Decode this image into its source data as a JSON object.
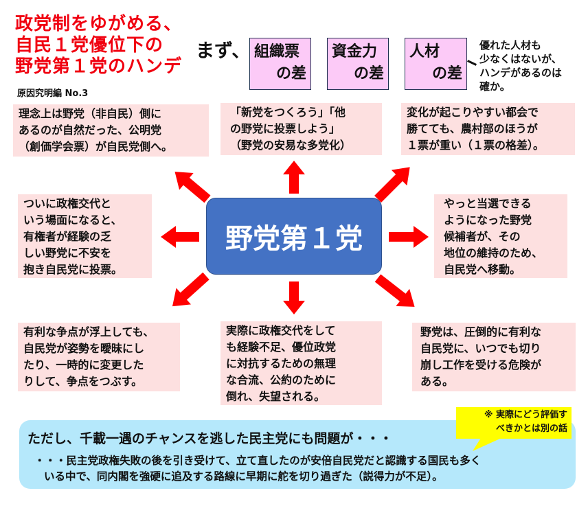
{
  "title": {
    "lines": [
      "政党制をゆがめる、",
      "自民１党優位下の",
      "野党第１党のハンデ"
    ],
    "subtitle": "原因究明編 No.3"
  },
  "intro": "まず、",
  "factors": [
    {
      "line1": "組織票",
      "line2": "の差"
    },
    {
      "line1": "資金力",
      "line2": "の差"
    },
    {
      "line1": "人材",
      "line2": "の差"
    }
  ],
  "factor_note": [
    "優れた人材も",
    "少なくはないが、",
    "ハンデがあるのは",
    "確か。"
  ],
  "center": "野党第１党",
  "reasons": {
    "top_left": [
      "理念上は野党（非自民）側に",
      "あるのが自然だった、公明党",
      "（創価学会票）が自民党側へ。"
    ],
    "top_mid": [
      "「新党をつくろう」「他",
      "の野党に投票しよう」",
      "（野党の安易な多党化）"
    ],
    "top_right": [
      "変化が起こりやすい都会で",
      "勝てても、農村部のほうが",
      "１票が重い（１票の格差）。"
    ],
    "mid_left": [
      "ついに政権交代と",
      "いう場面になると、",
      "有権者が経験の乏",
      "しい野党に不安を",
      "抱き自民党に投票。"
    ],
    "mid_right": [
      "やっと当選できる",
      "ようになった野党",
      "候補者が、その",
      "地位の維持のため、",
      "自民党へ移動。"
    ],
    "bottom_left": [
      "有利な争点が浮上しても、",
      "自民党が姿勢を曖昧にし",
      "たり、一時的に変更した",
      "りして、争点をつぶす。"
    ],
    "bottom_mid": [
      "実際に政権交代をして",
      "も経験不足、優位政党",
      "に対抗するための無理",
      "な合流、公約のために",
      "倒れ、失望される。"
    ],
    "bottom_right": [
      "野党は、圧倒的に有利な",
      "自民党に、いつでも切り",
      "崩し工作を受ける危険が",
      "ある。"
    ]
  },
  "bottom": {
    "headline": "ただし、千載一遇のチャンスを逃した民主党にも問題が・・・",
    "body": [
      "・・・民主党政権失敗の後を引き受けて、立て直したのが安倍自民党だと認識する国民も多く",
      "いる中で、同内閣を強硬に追及する路線に早期に舵を切り過ぎた（説得力が不足）。"
    ],
    "callout": [
      "※ 実際にどう評価す",
      "べきかとは別の話"
    ]
  },
  "colors": {
    "title": "#f00010",
    "center": "#4472c4",
    "reason_bg": "#fde0e0",
    "factor_bg": "#fccaf7",
    "arrow": "#ff0000",
    "bottom_bg": "#b5e8fb",
    "callout_bg": "#ffff00"
  }
}
